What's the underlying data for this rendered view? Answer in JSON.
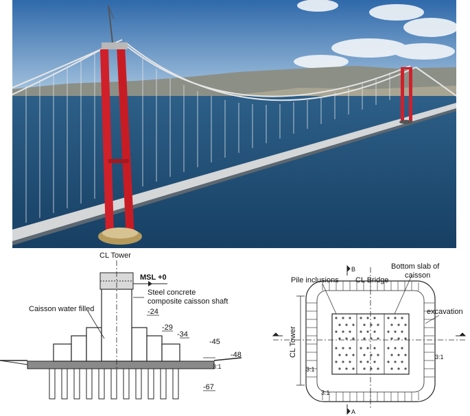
{
  "photo": {
    "subject": "Aerial photograph of a suspension bridge with red towers over a strait",
    "colors": {
      "sky": "#3f78b4",
      "sea": "#1f4f7a",
      "tower": "#d0202a",
      "hills": "#8c8f86"
    }
  },
  "elevation_section": {
    "cl_tower": "CL Tower",
    "msl": "MSL +0",
    "shaft_label_line1": "Steel concrete",
    "shaft_label_line2": "composite caisson shaft",
    "caisson_label": "Caisson water filled",
    "levels": [
      "-24",
      "-29",
      "-34",
      "-45",
      "-48",
      "-67"
    ],
    "slope": "3:1"
  },
  "plan_section": {
    "pile_inclusions": "Pile inclusions",
    "cl_bridge": "CL Bridge",
    "bottom_slab_line1": "Bottom slab of",
    "bottom_slab_line2": "caisson",
    "excavation": "excavation",
    "cl_tower": "CL Tower",
    "slopes": [
      "3:1",
      "3:1",
      "3:1"
    ],
    "section_marks": [
      "B",
      "A"
    ]
  }
}
